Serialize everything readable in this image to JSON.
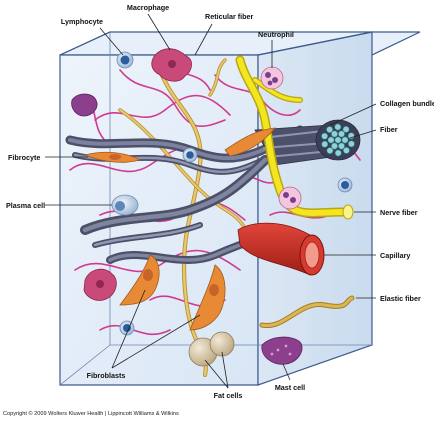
{
  "labels": {
    "lymphocyte": "Lymphocyte",
    "macrophage": "Macrophage",
    "reticular_fiber": "Reticular fiber",
    "neutrophil": "Neutrophil",
    "collagen_bundle": "Collagen bundle",
    "fiber": "Fiber",
    "fibrocyte": "Fibrocyte",
    "plasma_cell": "Plasma cell",
    "nerve_fiber": "Nerve fiber",
    "capillary": "Capillary",
    "elastic_fiber": "Elastic fiber",
    "fibroblasts": "Fibroblasts",
    "fat_cells": "Fat cells",
    "mast_cell": "Mast cell"
  },
  "copyright": "Copyright © 2009 Wolters Kluwer Health | Lippincott Williams & Wilkins",
  "colors": {
    "box_face": "#e3eef9",
    "box_edge": "#3e5a8c",
    "reticular": "#d23a8f",
    "collagen": "#5b5f78",
    "elastic": "#d9b456",
    "nerve": "#f3e51f",
    "capillary": "#c62a1f",
    "fibroblast": "#e88a35",
    "fat": "#d8c7a8",
    "mast": "#8b3f8c",
    "macrophage": "#c94a78"
  }
}
